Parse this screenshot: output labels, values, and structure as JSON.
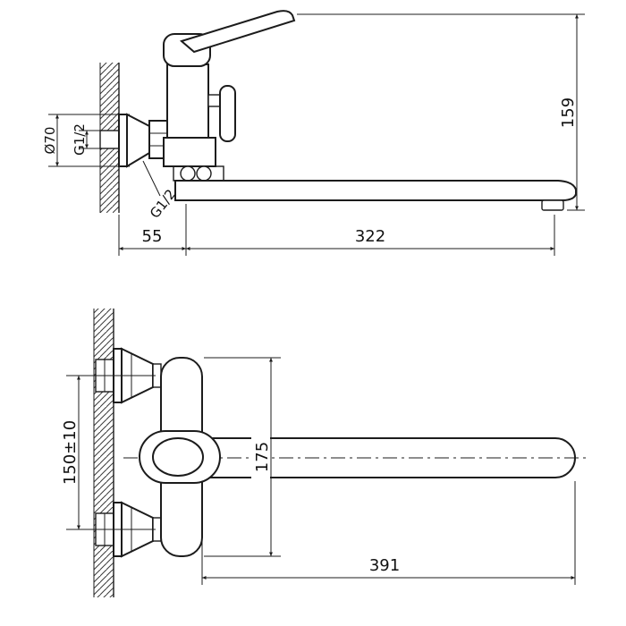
{
  "drawing": {
    "background": "#ffffff",
    "line_color": "#1c1c1c",
    "side_view": {
      "dimensions": {
        "escutcheon_diameter": "Ø70",
        "inlet_thread": "G1/2",
        "spout_thread": "G1/2",
        "wall_offset": "55",
        "spout_reach": "322",
        "overall_height": "159"
      }
    },
    "plan_view": {
      "dimensions": {
        "inlet_spacing": "150±10",
        "body_span": "175",
        "overall_length": "391"
      }
    }
  }
}
